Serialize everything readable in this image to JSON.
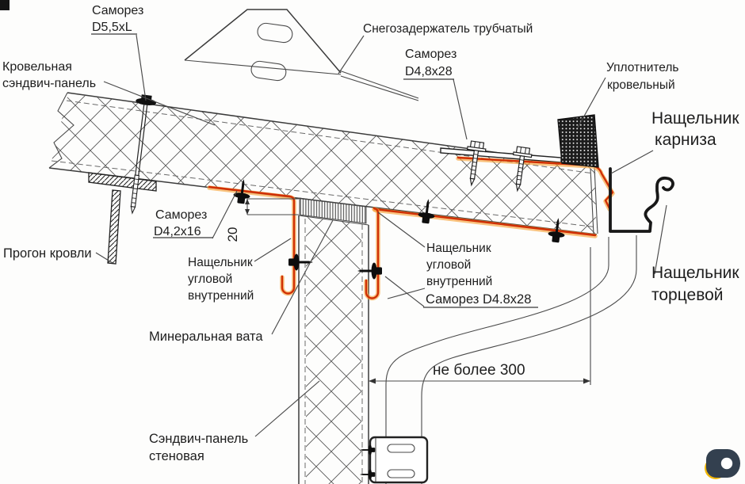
{
  "diagram": {
    "labels": {
      "roof_screw": {
        "lines": [
          "Саморез",
          "D5,5xL"
        ]
      },
      "roof_panel": {
        "lines": [
          "Кровельная",
          "сэндвич-панель"
        ]
      },
      "snow_guard": {
        "lines": [
          "Снегозадержатель трубчатый"
        ]
      },
      "snow_screw": {
        "lines": [
          "Саморез",
          "D4,8x28"
        ]
      },
      "seal": {
        "lines": [
          "Уплотнитель",
          "кровельный"
        ]
      },
      "eaves_flashing": {
        "lines": [
          "Нащельник",
          "карниза"
        ]
      },
      "purlin": {
        "lines": [
          "Прогон кровли"
        ]
      },
      "flashing_screw": {
        "lines": [
          "Саморез",
          "D4,2x16"
        ]
      },
      "corner_left": {
        "lines": [
          "Нащельник",
          "угловой",
          "внутренний"
        ]
      },
      "corner_right": {
        "lines": [
          "Нащельник",
          "угловой",
          "внутренний"
        ]
      },
      "corner_screw": {
        "lines": [
          "Саморез D4.8x28"
        ]
      },
      "end_flashing": {
        "lines": [
          "Нащельник",
          "торцевой"
        ]
      },
      "wool": {
        "lines": [
          "Минеральная вата"
        ]
      },
      "wall_panel": {
        "lines": [
          "Сэндвич-панель",
          "стеновая"
        ]
      }
    },
    "dimensions": {
      "wool_gap": "20",
      "eaves_offset": "не более 300"
    },
    "colors": {
      "flashing_red": "#d02f05",
      "flashing_glow": "#f7a43c",
      "drawing_line": "#3b3b3b",
      "logo_navy": "#33404f",
      "logo_yellow": "#f2b705"
    },
    "logo": {
      "name": "brand-logo"
    }
  }
}
